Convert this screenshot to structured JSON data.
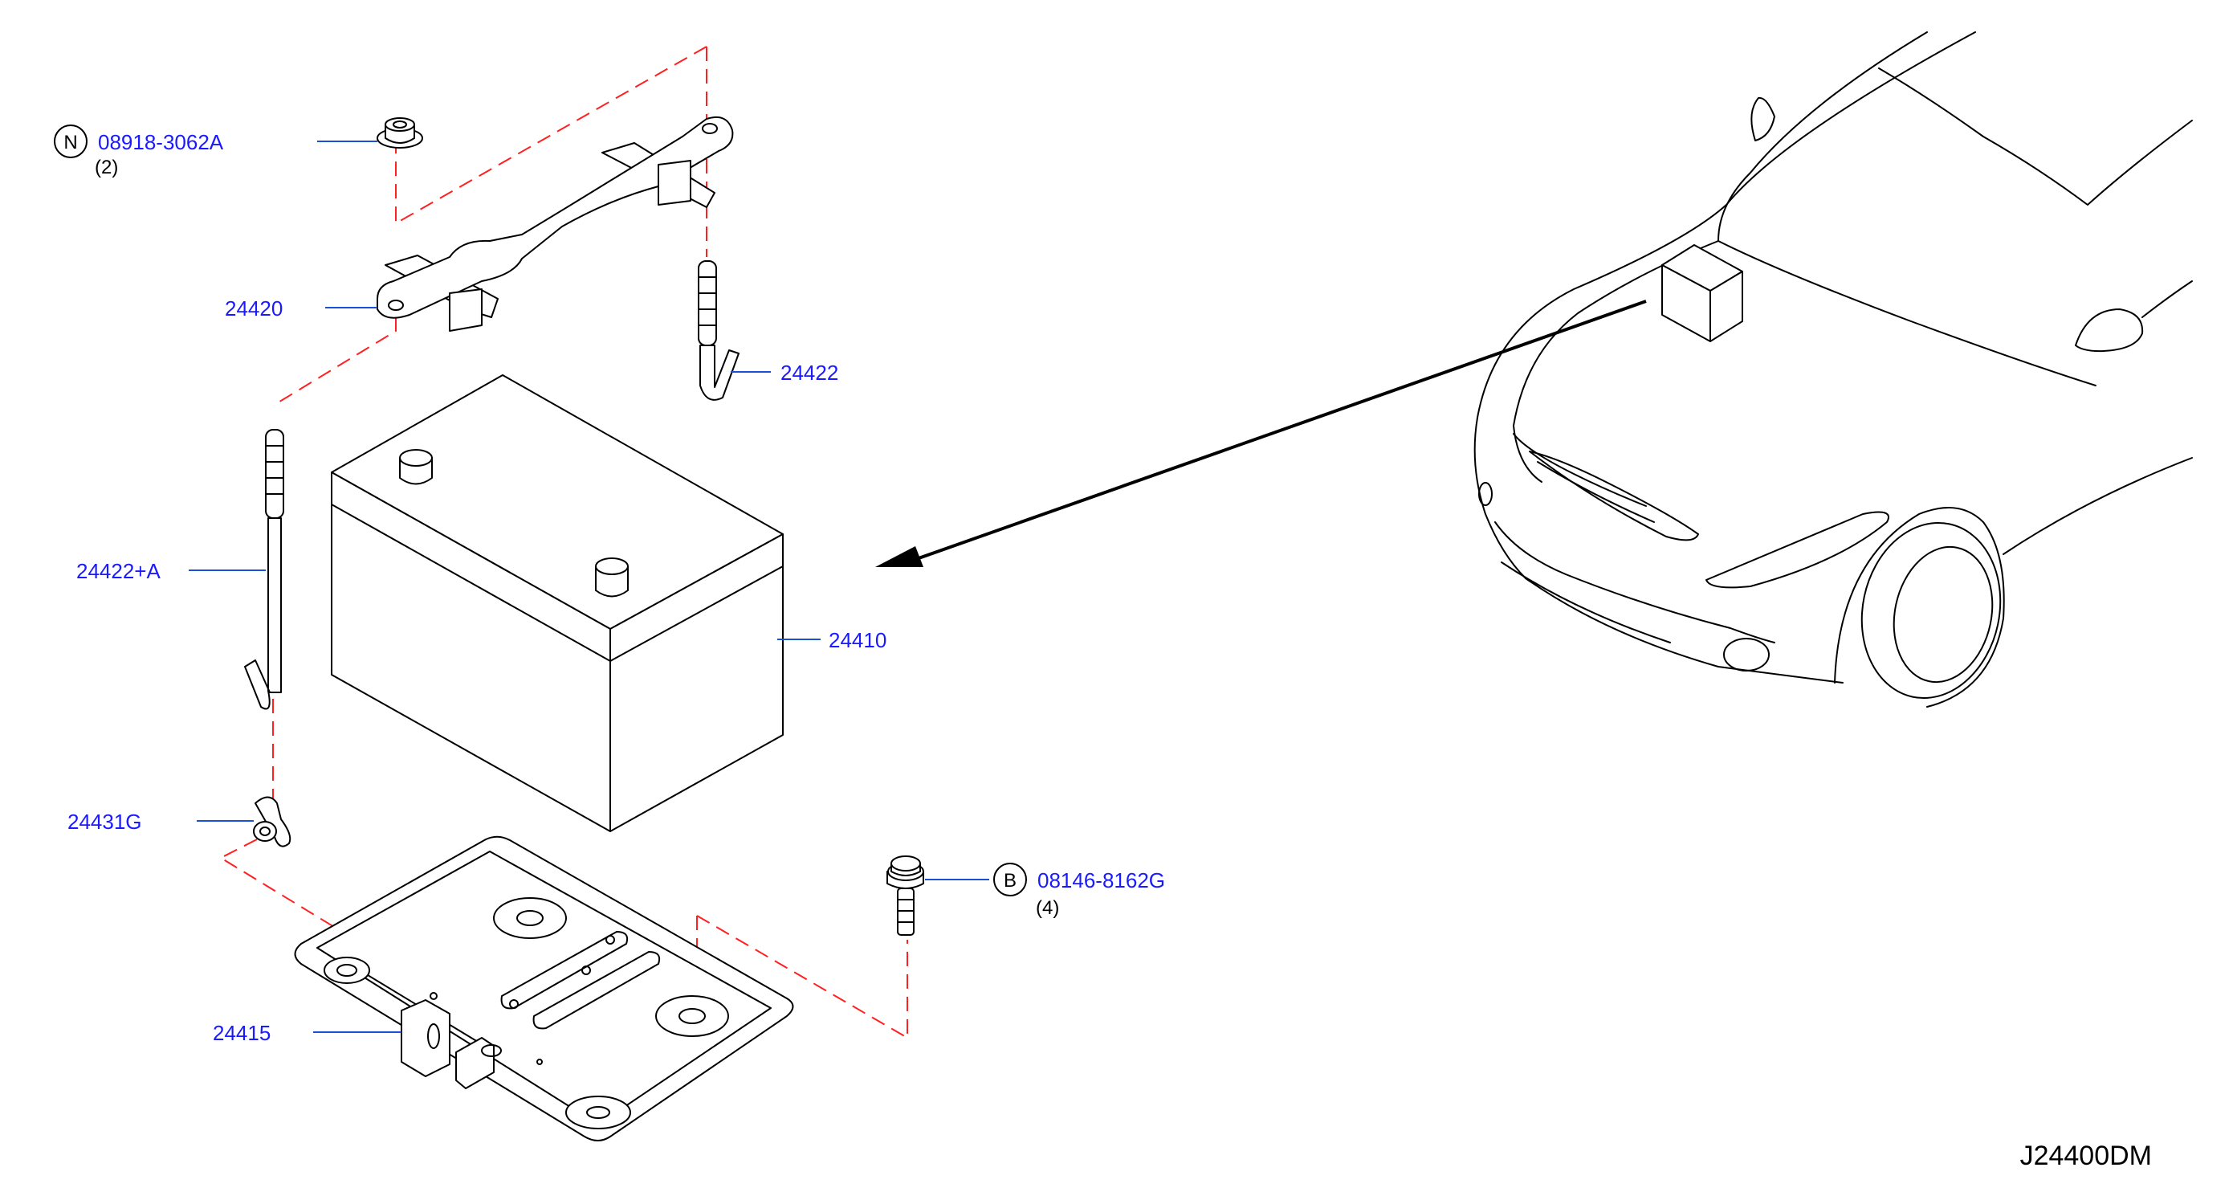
{
  "diagram_code": "J24400DM",
  "parts": [
    {
      "id": "nut",
      "number": "08918-3062A",
      "badge": "N",
      "quantity": "(2)"
    },
    {
      "id": "frame",
      "number": "24420"
    },
    {
      "id": "rod_right",
      "number": "24422"
    },
    {
      "id": "rod_left",
      "number": "24422+A"
    },
    {
      "id": "battery",
      "number": "24410"
    },
    {
      "id": "clip",
      "number": "24431G"
    },
    {
      "id": "bolt",
      "number": "08146-8162G",
      "badge": "B",
      "quantity": "(4)"
    },
    {
      "id": "tray",
      "number": "24415"
    }
  ],
  "colors": {
    "label": "#1a1aff",
    "dash": "#ff2020",
    "line": "#000000"
  }
}
